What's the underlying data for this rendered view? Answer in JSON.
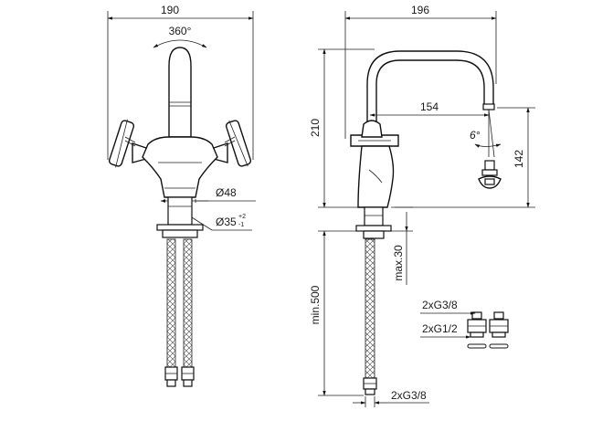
{
  "drawing": {
    "front_view": {
      "width_label": "190",
      "rotation_label": "360°",
      "body_diameter_label": "Ø48",
      "hole_diameter_label": "Ø35",
      "hole_tol_plus": "+2",
      "hole_tol_minus": "-1"
    },
    "side_view": {
      "width_label": "196",
      "height_label": "210",
      "reach_label": "154",
      "angle_label": "6°",
      "spout_height_label": "142",
      "deck_thickness_label": "max.30",
      "hose_length_label": "min.500",
      "hose_thread_label": "2xG3/8"
    },
    "adapters": {
      "outlet_label": "2xG3/8",
      "inlet_label": "2xG1/2"
    }
  }
}
